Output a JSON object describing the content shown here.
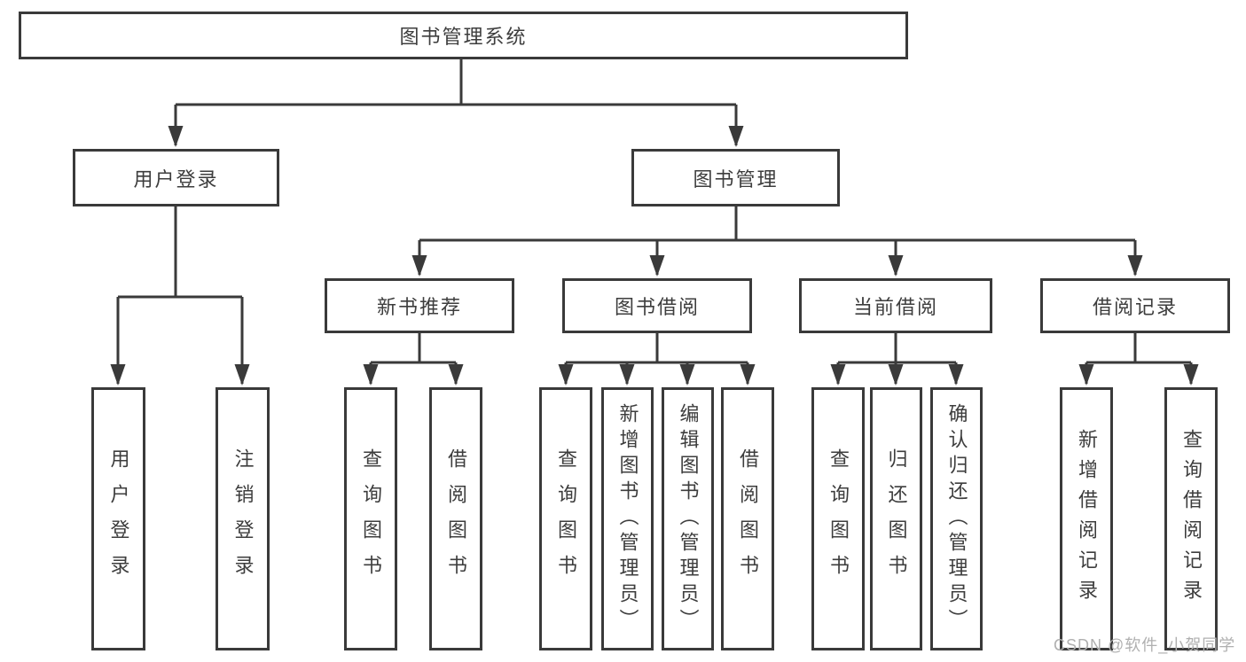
{
  "colors": {
    "line": "#3a3a3a",
    "text": "#3d3d3d",
    "watermark": "#b0b0b0",
    "background": "#ffffff"
  },
  "watermark": "CSDN @软件_小贺同学",
  "diagram": {
    "root": {
      "label": "图书管理系统"
    },
    "branches": [
      {
        "label": "用户登录",
        "children": [
          {
            "label": "用户登录"
          },
          {
            "label": "注销登录"
          }
        ]
      },
      {
        "label": "图书管理",
        "children": [
          {
            "label": "新书推荐",
            "children": [
              {
                "label": "查询图书"
              },
              {
                "label": "借阅图书"
              }
            ]
          },
          {
            "label": "图书借阅",
            "children": [
              {
                "label": "查询图书"
              },
              {
                "label": "新增图书（管理员）"
              },
              {
                "label": "编辑图书（管理员）"
              },
              {
                "label": "借阅图书"
              }
            ]
          },
          {
            "label": "当前借阅",
            "children": [
              {
                "label": "查询图书"
              },
              {
                "label": "归还图书"
              },
              {
                "label": "确认归还（管理员）"
              }
            ]
          },
          {
            "label": "借阅记录",
            "children": [
              {
                "label": "新增借阅记录"
              },
              {
                "label": "查询借阅记录"
              }
            ]
          }
        ]
      }
    ]
  }
}
